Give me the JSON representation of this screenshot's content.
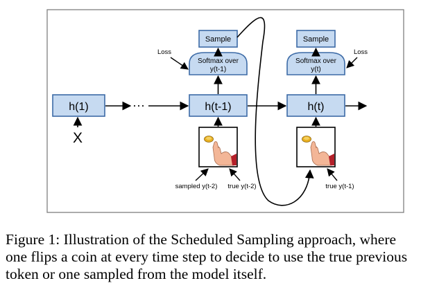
{
  "diagram": {
    "input_label": "X",
    "ellipsis": "···",
    "hidden_nodes": [
      "h(1)",
      "h(t-1)",
      "h(t)"
    ],
    "sample_label": "Sample",
    "softmax_prev": [
      "Softmax over",
      "y(t-1)"
    ],
    "softmax_curr": [
      "Softmax over",
      "y(t)"
    ],
    "loss_label": "Loss",
    "sampled_prev": "sampled y(t-2)",
    "true_prev": "true y(t-2)",
    "true_curr": "true y(t-1)"
  },
  "caption": "Figure 1: Illustration of the Scheduled Sampling approach, where one flips a coin at every time step to decide to use the true previous token or one sampled from the model itself.",
  "colors": {
    "node_fill": "#c6daf1",
    "node_stroke": "#3c6aa6",
    "panel_border": "#7f7f7f",
    "coin": "#e8b020",
    "skin": "#f3b697",
    "sleeve": "#b4202a"
  },
  "icons": [
    "coin-flip-hand-icon"
  ]
}
